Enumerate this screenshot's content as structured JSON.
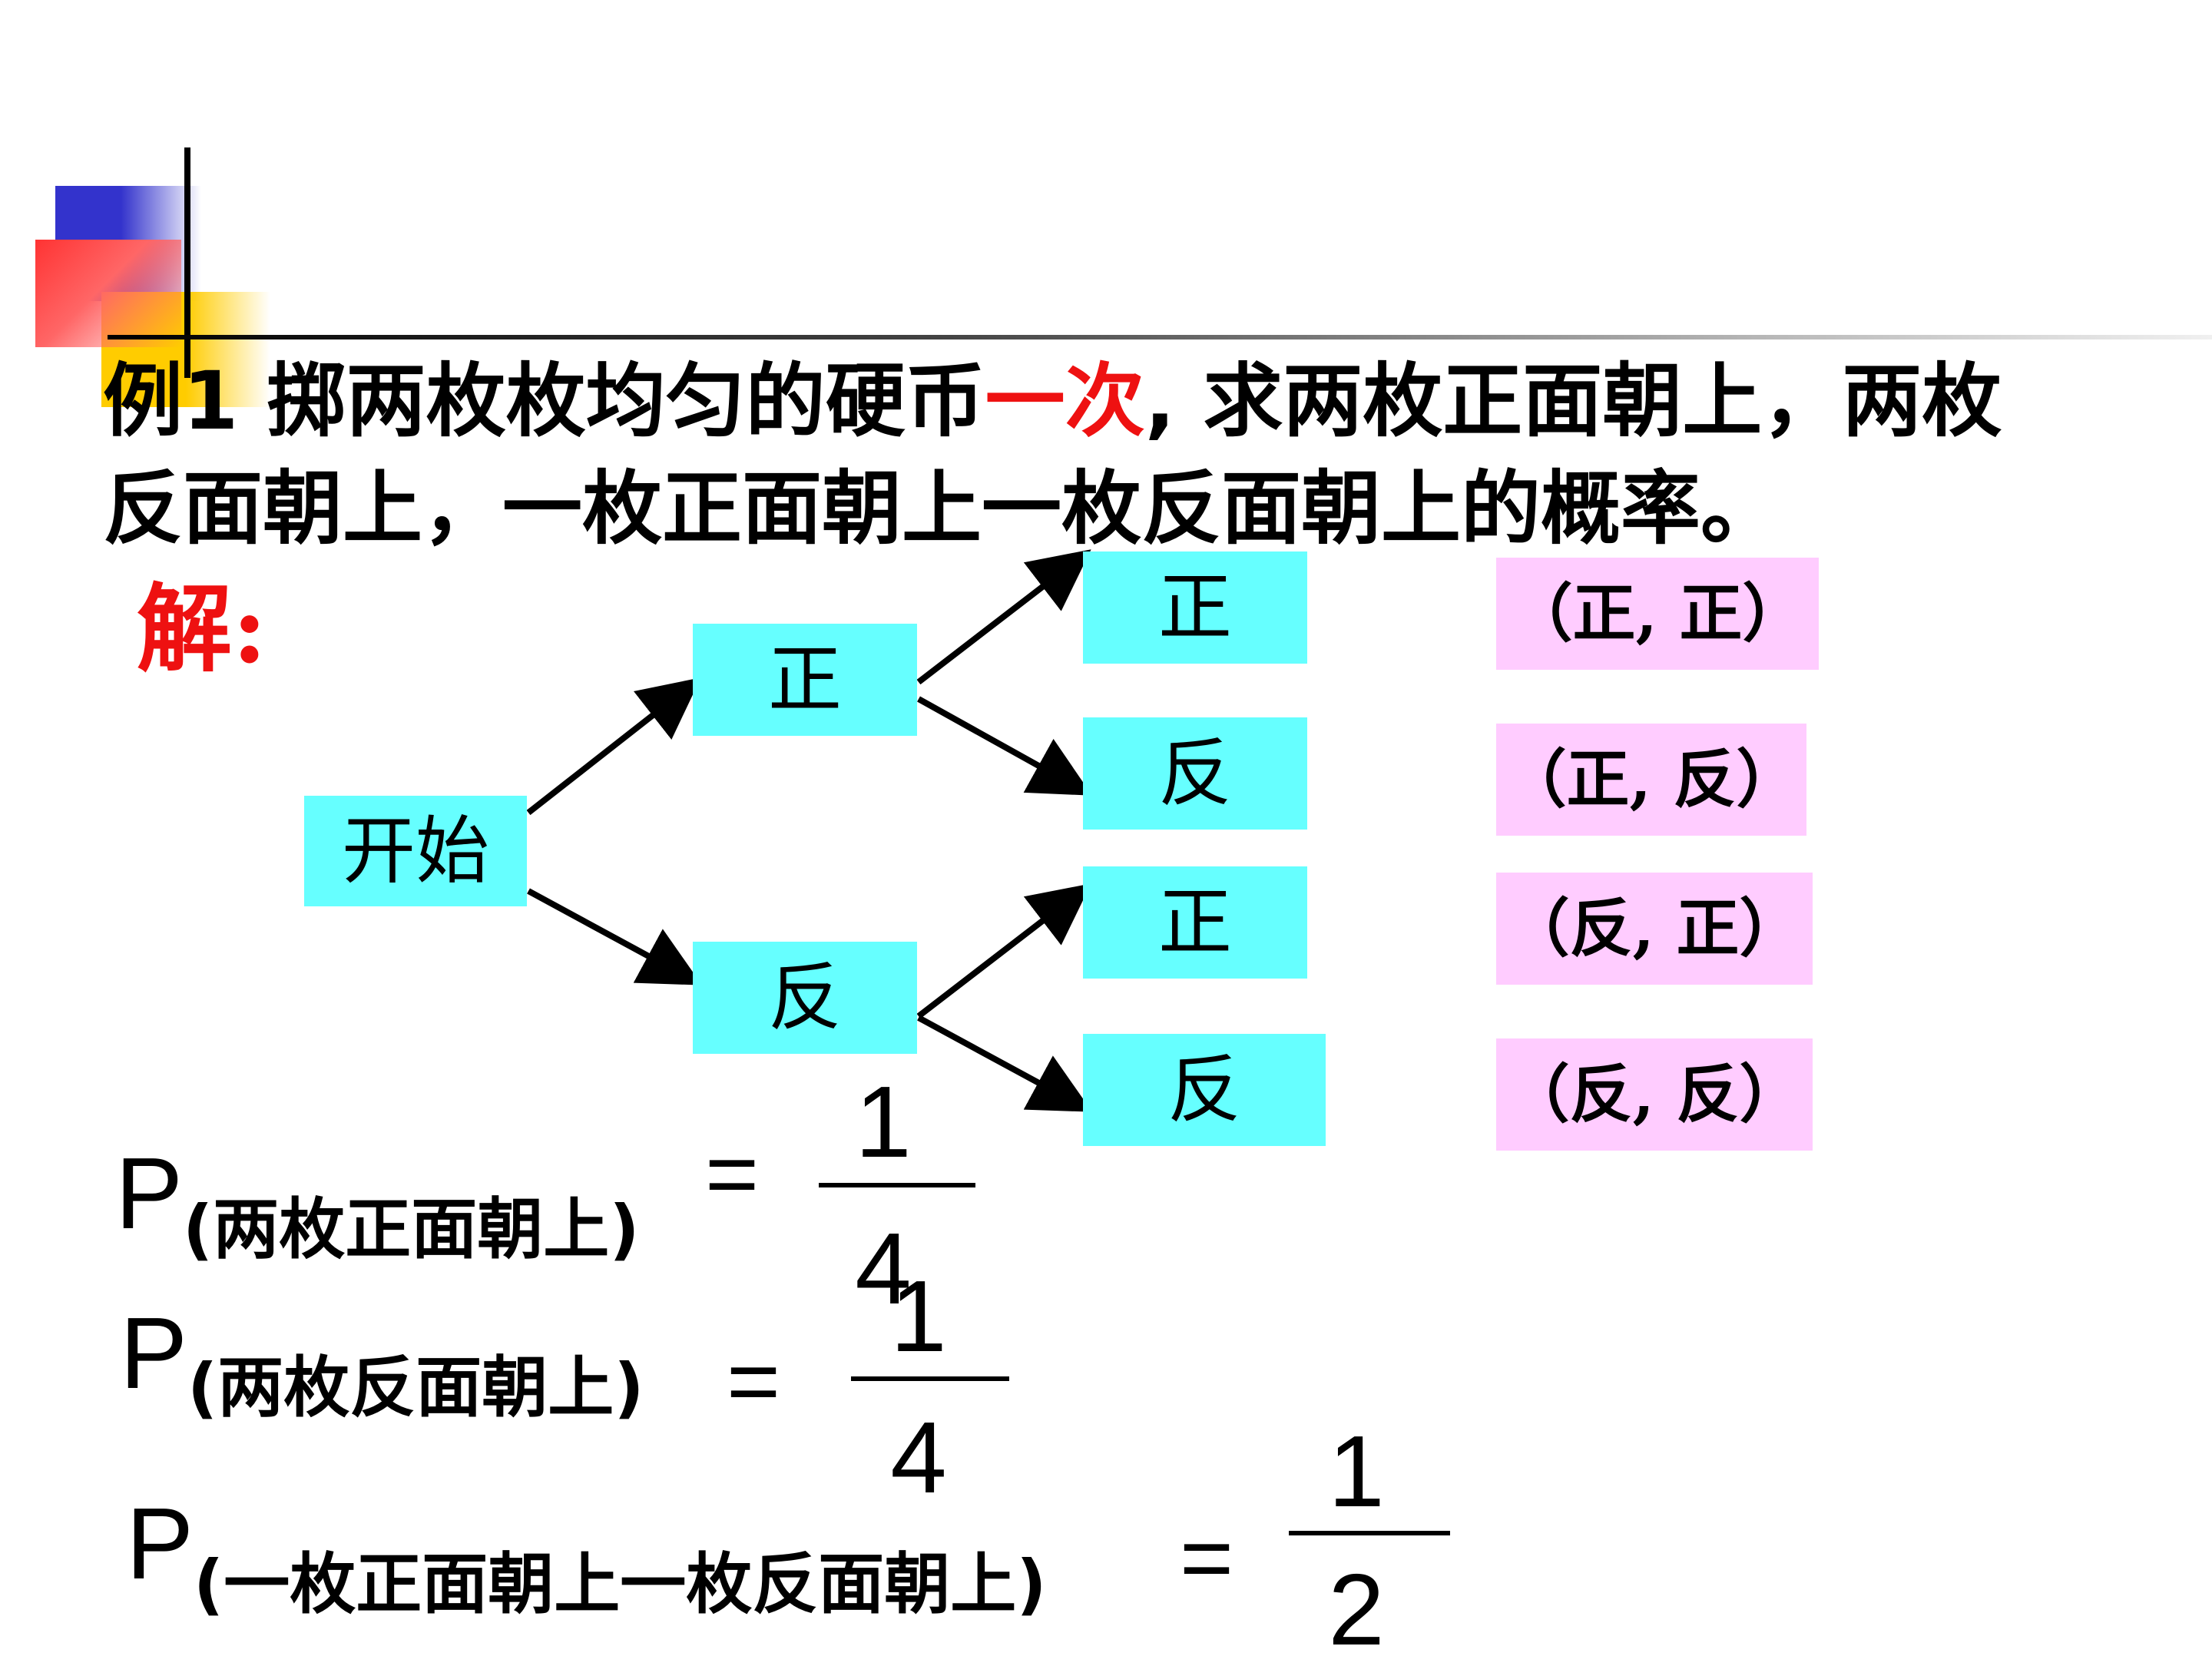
{
  "problem": {
    "line1_a": "例1  掷两枚枚均匀的硬币",
    "line1_highlight": "一次",
    "line1_b": ", 求两枚正面朝上，两枚",
    "line2": "反面朝上，一枚正面朝上一枚反面朝上的概率。"
  },
  "solution_label": "解:",
  "tree": {
    "root": "开始",
    "level1": [
      "正",
      "反"
    ],
    "level2": [
      "正",
      "反",
      "正",
      "反"
    ],
    "outcomes": [
      "（正, 正）",
      "（正, 反）",
      "（反, 正）",
      "（反, 反）"
    ],
    "colors": {
      "node": "#66ffff",
      "outcome": "#ffccff"
    }
  },
  "probabilities": [
    {
      "symbol": "P",
      "event": "(两枚正面朝上)",
      "equals": "=",
      "numerator": "1",
      "denominator": "4"
    },
    {
      "symbol": "P",
      "event": "(两枚反面朝上)",
      "equals": "=",
      "numerator": "1",
      "denominator": "4"
    },
    {
      "symbol": "P",
      "event": "(一枚正面朝上一枚反面朝上)",
      "equals": "=",
      "numerator": "1",
      "denominator": "2"
    }
  ],
  "colors": {
    "highlight": "#ee1111"
  }
}
